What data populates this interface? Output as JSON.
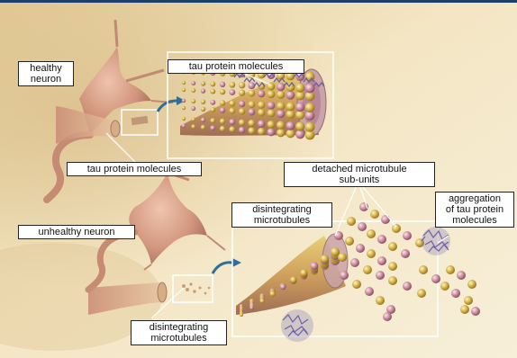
{
  "colors": {
    "top_rule": "#1f3f6b",
    "background_light": "#f6ecd0",
    "background_warm": "#e8d3a3",
    "neuron": "#d39a84",
    "neuron_dark": "#b07060",
    "gold_bead": "#d2b04a",
    "pink_bead": "#c98696",
    "tau_purple": "#7a6ca6",
    "inset_box": "#ffffff"
  },
  "labels": {
    "healthy_neuron": "healthy\nneuron",
    "tau_protein_molecules_top": "tau protein molecules",
    "tau_protein_molecules_mid": "tau protein molecules",
    "detached_subunits": "detached microtubule\nsub-units",
    "disintegrating_microtubules_inset": "disintegrating\nmicrotubules",
    "aggregation": "aggregation\nof tau protein\nmolecules",
    "unhealthy_neuron": "unhealthy neuron",
    "disintegrating_microtubules_bottom": "disintegrating\nmicrotubules"
  }
}
